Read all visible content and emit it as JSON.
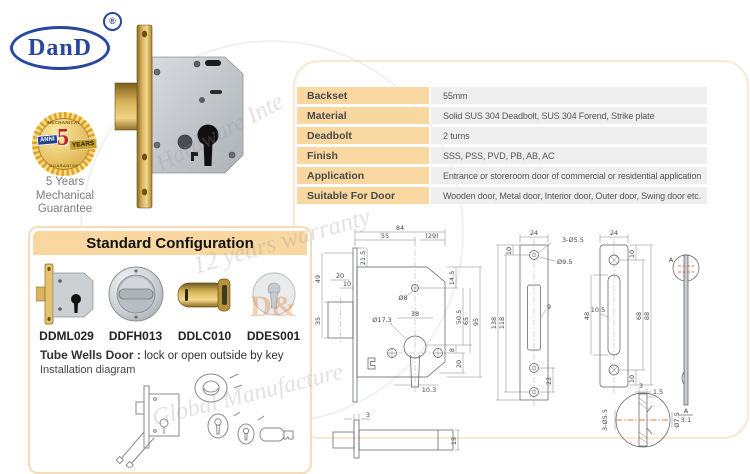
{
  "brand": {
    "logo_text": "DanD",
    "registered": "®"
  },
  "badge": {
    "top": "MECHANICAL",
    "left": "ANNI",
    "number": "5",
    "years": "YEARS",
    "bottom": "GUARANTEE",
    "caption_lines": [
      "5 Years",
      "Mechanical",
      "Guarantee"
    ]
  },
  "spec_table": {
    "rows": [
      {
        "label": "Backset",
        "value": "55mm"
      },
      {
        "label": "Material",
        "value": "Solid SUS 304 Deadbolt, SUS 304 Forend, Strike plate"
      },
      {
        "label": "Deadbolt",
        "value": "2 turns"
      },
      {
        "label": "Finish",
        "value": "SSS, PSS, PVD, PB, AB, AC"
      },
      {
        "label": "Application",
        "value": "Entrance or storeroom door of commercial or residential application"
      },
      {
        "label": "Suitable For Door",
        "value": "Wooden door, Metal door,  Interior door, Outer door, Swing door etc."
      }
    ]
  },
  "standard_config": {
    "title": "Standard Configuration",
    "items": [
      {
        "code": "DDML029"
      },
      {
        "code": "DDFH013"
      },
      {
        "code": "DDLC010"
      },
      {
        "code": "DDES001"
      }
    ],
    "note_bold": "Tube Wells Door :",
    "note_text": " lock or open outside by key",
    "note_line2": "Installation diagram"
  },
  "watermarks": {
    "w1": "Hardware Inte",
    "w2": "12 years warranty",
    "w3": "Global Manufacture",
    "w4": "D&"
  },
  "drawings": {
    "lock_front": {
      "d84": "84",
      "d55": "55",
      "d29": "(29)",
      "d21_5": "21.5",
      "d49": "49",
      "d35": "35",
      "d20": "20",
      "d10": "10",
      "dia8": "Ø8",
      "d38": "38",
      "dia17_3": "Ø17.3",
      "d14_5": "14.5",
      "d50_5": "50.5",
      "d65": "65",
      "d95": "95",
      "d8": "8",
      "d20b": "20",
      "d10_3": "10.3"
    },
    "bolt_side": {
      "d3": "3",
      "d15": "15"
    },
    "forend": {
      "d24": "24",
      "holes": "3-Ø5.5",
      "csk": "Ø9.5",
      "d10": "10",
      "d118": "118",
      "d138": "138",
      "d9": "9",
      "d22": "22"
    },
    "strike": {
      "d24": "24",
      "d10t": "10",
      "d68": "68",
      "d88": "88",
      "d10b": "10",
      "d48": "48",
      "d10_5": "10.5"
    },
    "side_profile": {
      "callout": "A",
      "label": "A",
      "scale": "3:1"
    },
    "detail_a": {
      "d3": "3",
      "d1_5": "1.5",
      "holes": "3-Ø5.5",
      "dia": "Ø7.5"
    }
  }
}
